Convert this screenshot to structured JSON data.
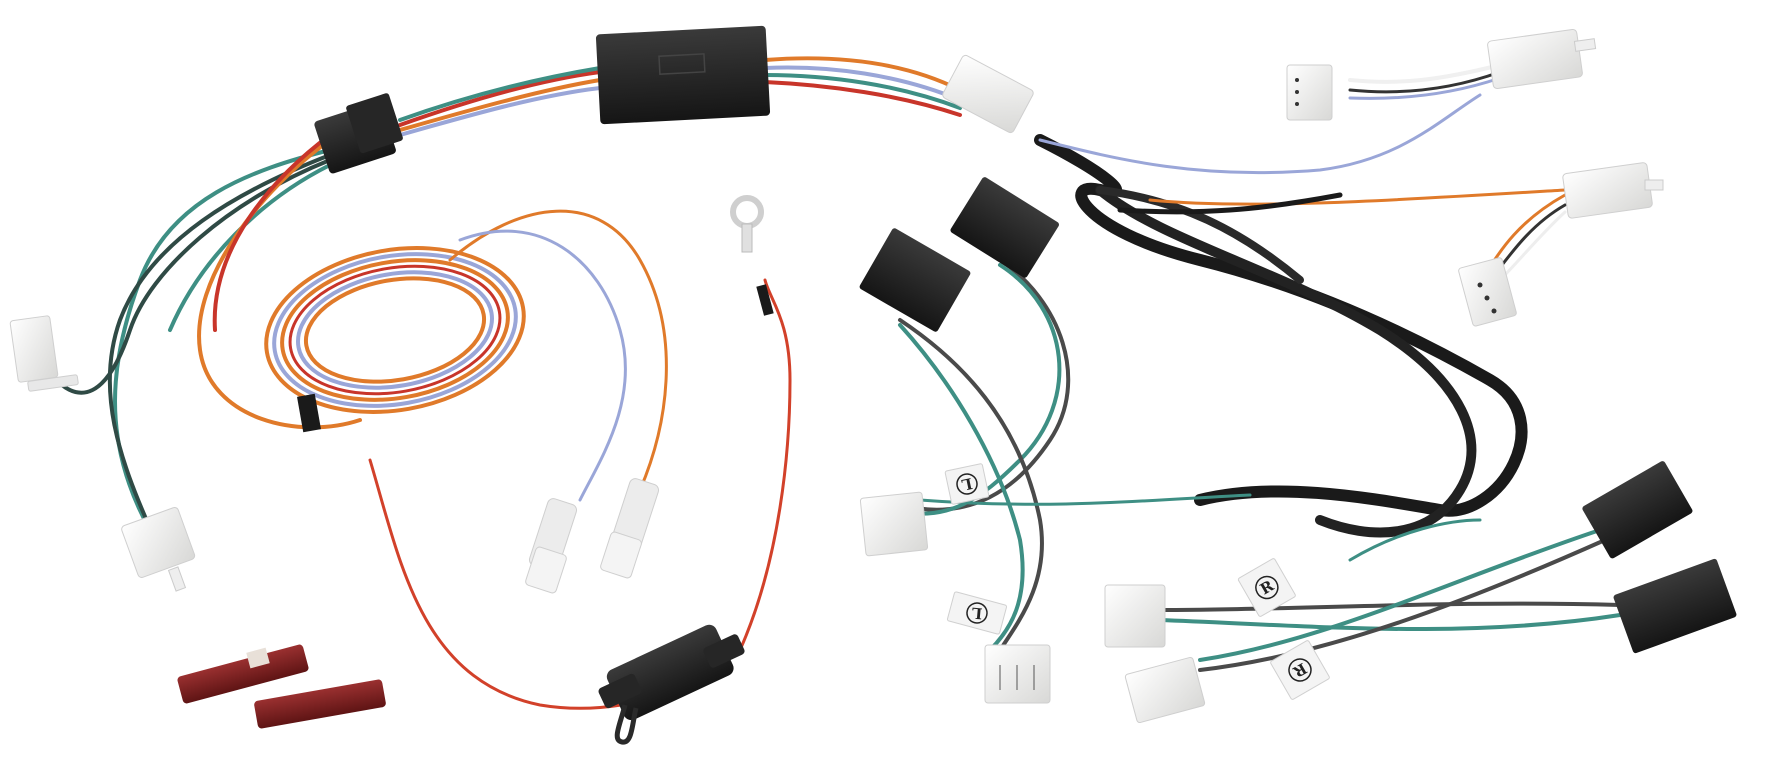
{
  "image": {
    "subject": "Motorcycle trailer / turn-signal wiring harness kit",
    "background_color": "#ffffff"
  },
  "components": {
    "converter_module": {
      "label": "Converter module",
      "color": "#2b2b2b"
    },
    "inline_connector_6pin": {
      "label": "6-pin black inline connector",
      "color": "#1f1f1f"
    },
    "wire_coil": {
      "label": "Coiled multi-conductor wire",
      "colors": [
        "#e07a2a",
        "#9aa6d8",
        "#c8352a"
      ]
    },
    "ring_terminal": {
      "label": "Ring terminal (ground)"
    },
    "fuse_holder": {
      "label": "Inline fuse holder",
      "color": "#2a2a2a"
    },
    "spade_terminals": {
      "label": "Insulated spade terminals",
      "count": 2
    },
    "tap_connectors": {
      "label": "Wire tap connectors",
      "count": 2,
      "color": "#7a1f1f"
    },
    "black_sheathed_cable": {
      "label": "Black sheathed cable loop",
      "color": "#1a1a1a"
    },
    "white_connectors": {
      "label": "White plug connectors"
    },
    "black_flat_connectors": {
      "label": "Black flat connectors",
      "count": 4
    }
  },
  "tags": [
    {
      "id": "tag-l-1",
      "text": "L"
    },
    {
      "id": "tag-l-2",
      "text": "L"
    },
    {
      "id": "tag-r-1",
      "text": "R"
    },
    {
      "id": "tag-r-2",
      "text": "R"
    }
  ],
  "wire_colors": {
    "orange": "#e07a2a",
    "red": "#d2412a",
    "lavender": "#9aa6d8",
    "teal": "#3e8f84",
    "dark_gray": "#4a4a4a",
    "black": "#1a1a1a",
    "white": "#f2f2f2"
  }
}
